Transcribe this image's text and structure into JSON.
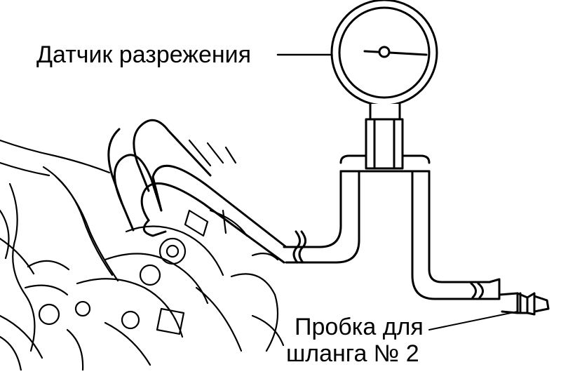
{
  "labels": {
    "vacuum_gauge": "Датчик разрежения",
    "hose_plug_line1": "Пробка для",
    "hose_plug_line2": "шланга № 2"
  },
  "colors": {
    "ink": "#000000",
    "paper": "#ffffff"
  }
}
